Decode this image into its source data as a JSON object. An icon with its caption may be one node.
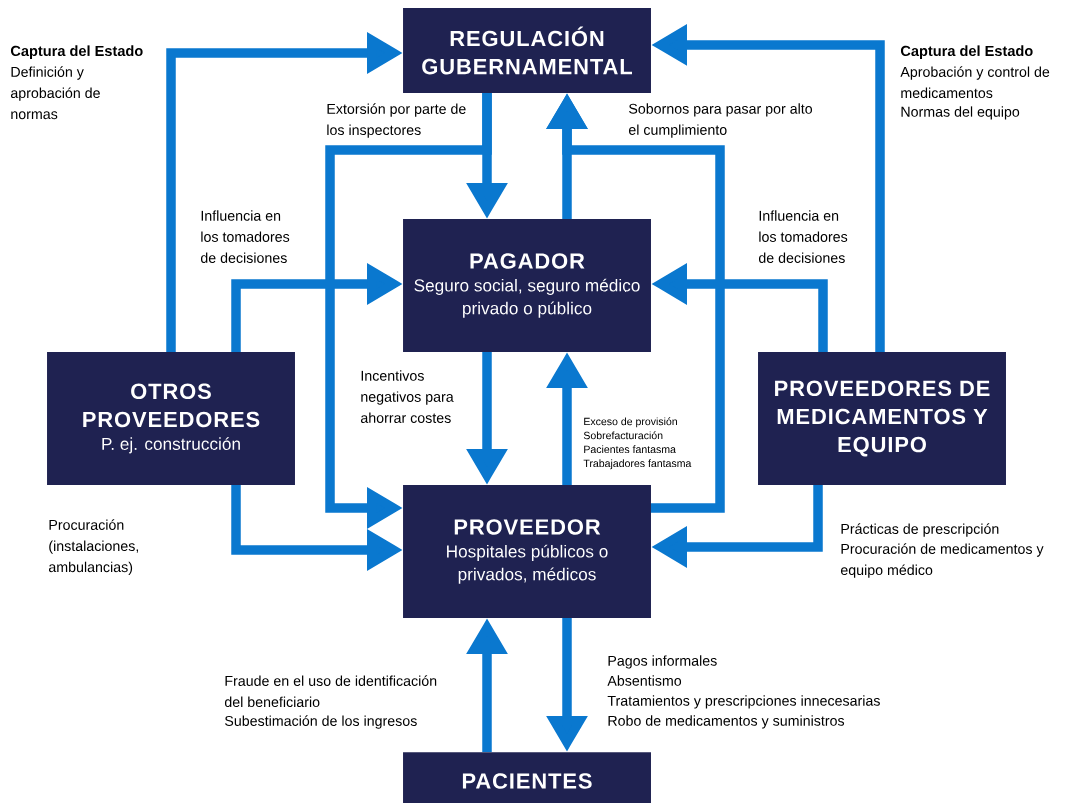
{
  "diagram": {
    "nodes": [
      {
        "text": [
          "REGULACIÓN GUBERNAMENTAL"
        ]
      },
      {
        "text": [
          "PAGADOR",
          "Seguro social, seguro médico privado o público"
        ]
      },
      {
        "text": [
          "OTROS PROVEEDORES",
          "P. ej. construcción"
        ]
      },
      {
        "text": [
          "PROVEEDORES DE MEDICAMENTOS Y EQUIPO"
        ]
      },
      {
        "text": [
          "PROVEEDOR",
          "Hospitales públicos o privados, médicos"
        ]
      },
      {
        "text": [
          "PACIENTES"
        ]
      }
    ],
    "edges": [
      {
        "from": 2,
        "to": 0,
        "arrow": "to"
      },
      {
        "from": 3,
        "to": 0,
        "arrow": "to"
      },
      {
        "from": 0,
        "to": 1,
        "arrow": "to"
      },
      {
        "from": 0,
        "to": 4,
        "arrow": "to"
      },
      {
        "from": 1,
        "to": 0,
        "arrow": "to"
      },
      {
        "from": 4,
        "to": 0,
        "arrow": "to"
      },
      {
        "from": 2,
        "to": 1,
        "arrow": "to"
      },
      {
        "from": 3,
        "to": 1,
        "arrow": "to"
      },
      {
        "from": 1,
        "to": 4,
        "arrow": "to"
      },
      {
        "from": 4,
        "to": 1,
        "arrow": "to"
      },
      {
        "from": 2,
        "to": 4,
        "arrow": "to"
      },
      {
        "from": 3,
        "to": 4,
        "arrow": "to"
      },
      {
        "from": 5,
        "to": 4,
        "arrow": "to"
      },
      {
        "from": 4,
        "to": 5,
        "arrow": "to"
      }
    ],
    "labels": [
      "Captura del Estado",
      "Definición y aprobación de normas",
      "Captura del Estado",
      "Aprobación y control de medicamentos",
      "Normas del equipo",
      "Extorsión por parte de los inspectores",
      "Sobornos para pasar por alto el cumplimiento",
      "Influencia en los tomadores de decisiones",
      "Influencia en los tomadores de decisiones",
      "Incentivos negativos para ahorrar costes",
      "Exceso de provisión",
      "Sobrefacturación",
      "Pacientes fantasma",
      "Trabajadores fantasma",
      "Procuración (instalaciones, ambulancias)",
      "Prácticas de prescripción",
      "Procuración de medicamentos y equipo médico",
      "Fraude en el uso de identificación del beneficiario",
      "Subestimación de los ingresos",
      "Pagos informales",
      "Absentismo",
      "Tratamientos y prescripciones innecesarias",
      "Robo de medicamentos y suministros"
    ]
  }
}
